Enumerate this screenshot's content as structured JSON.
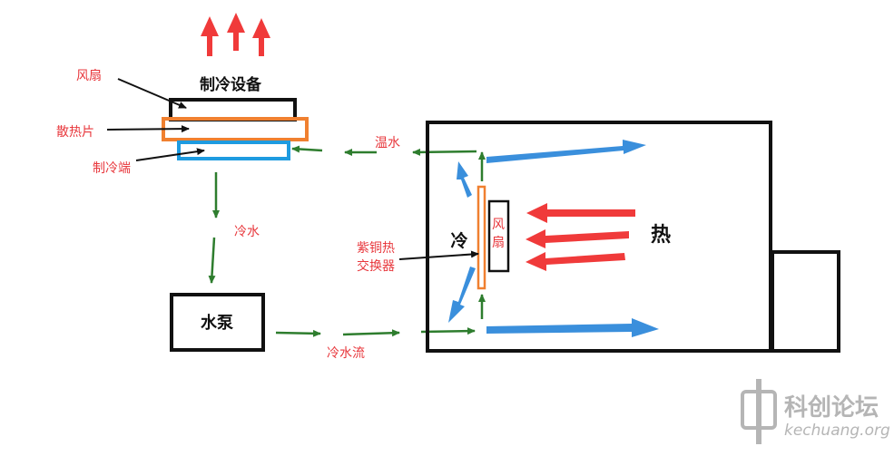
{
  "labels": {
    "fan_top": "风扇",
    "heatsink": "散热片",
    "cold_end": "制冷端",
    "device": "制冷设备",
    "warm_water": "温水",
    "cold_water": "冷水",
    "pump": "水泵",
    "cold_flow": "冷水流",
    "exchanger_line1": "紫铜热",
    "exchanger_line2": "交换器",
    "cold_zone": "冷",
    "hot_zone": "热",
    "inner_fan_1": "风",
    "inner_fan_2": "扇"
  },
  "watermark": {
    "cn": "科创论坛",
    "en": "kechuang.org"
  },
  "colors": {
    "red_arrow": "#f03a3a",
    "blue_arrow": "#3a8fdc",
    "green_arrow": "#2e7d2e",
    "orange": "#f08030",
    "blue_box": "#1e9be0",
    "label_red": "#e8383d",
    "watermark": "#a9a9a9"
  }
}
